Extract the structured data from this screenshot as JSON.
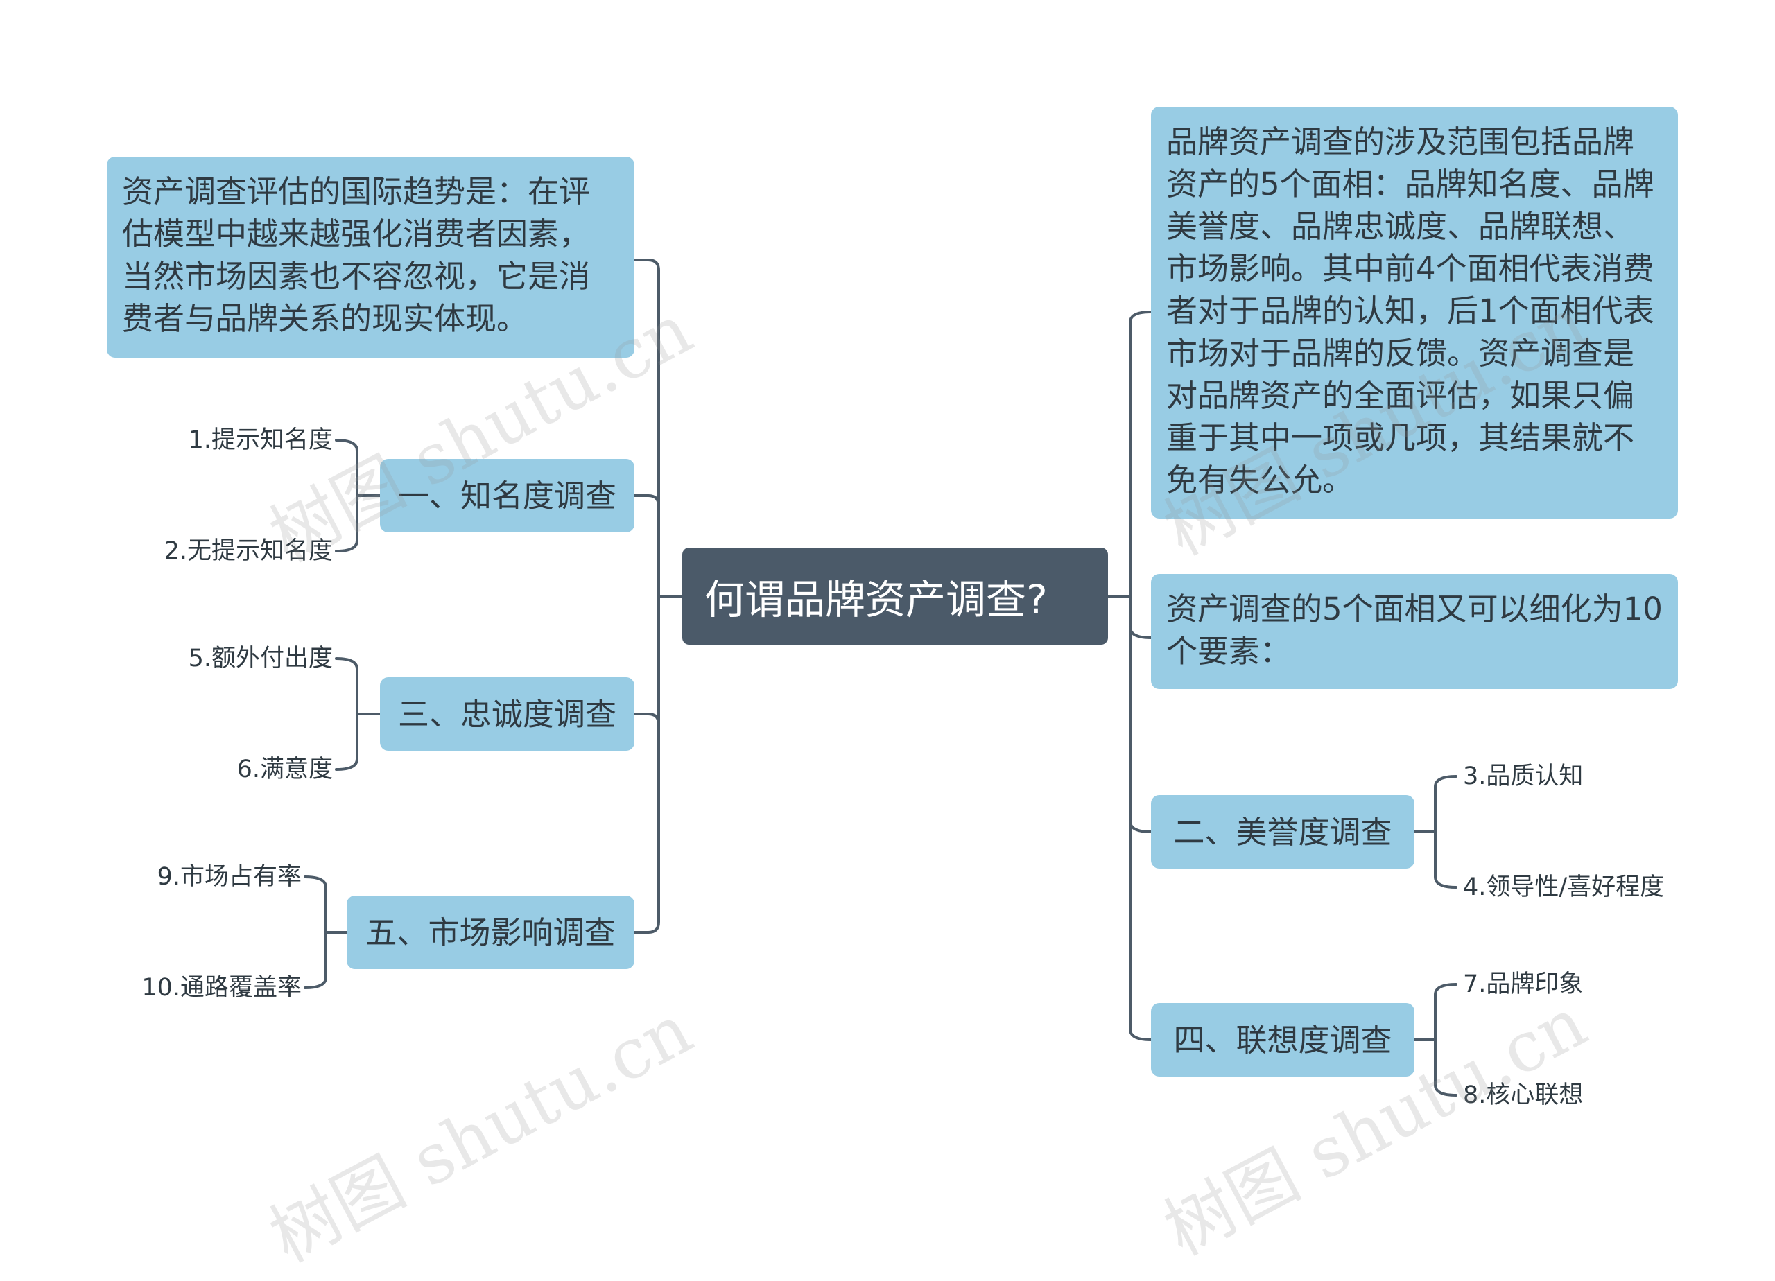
{
  "root": {
    "label": "何谓品牌资产调查?"
  },
  "left": {
    "para": "资产调查评估的国际趋势是：在评估模型中越来越强化消费者因素，当然市场因素也不容忽视，它是消费者与品牌关系的现实体现。",
    "branch1": {
      "label": "一、知名度调查",
      "leaf1": "1.提示知名度",
      "leaf2": "2.无提示知名度"
    },
    "branch3": {
      "label": "三、忠诚度调查",
      "leaf1": "5.额外付出度",
      "leaf2": "6.满意度"
    },
    "branch5": {
      "label": "五、市场影响调查",
      "leaf1": "9.市场占有率",
      "leaf2": "10.通路覆盖率"
    }
  },
  "right": {
    "para1": "品牌资产调查的涉及范围包括品牌资产的5个面相：品牌知名度、品牌美誉度、品牌忠诚度、品牌联想、市场影响。其中前4个面相代表消费者对于品牌的认知，后1个面相代表市场对于品牌的反馈。资产调查是对品牌资产的全面评估，如果只偏重于其中一项或几项，其结果就不免有失公允。",
    "para2": "资产调查的5个面相又可以细化为10个要素：",
    "branch2": {
      "label": "二、美誉度调查",
      "leaf1": "3.品质认知",
      "leaf2": "4.领导性/喜好程度"
    },
    "branch4": {
      "label": "四、联想度调查",
      "leaf1": "7.品牌印象",
      "leaf2": "8.核心联想"
    }
  },
  "watermark": "树图 shutu.cn",
  "colors": {
    "root": "#4b5a69",
    "box": "#98cce4",
    "line": "#4d5b68",
    "text": "#2f3a42"
  }
}
